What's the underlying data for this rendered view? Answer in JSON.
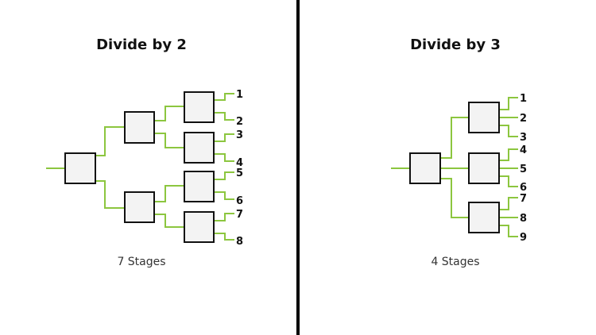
{
  "left_panel": {
    "title": "Divide by 2",
    "caption": "7 Stages",
    "outputs": [
      "1",
      "2",
      "3",
      "4",
      "5",
      "6",
      "7",
      "8"
    ]
  },
  "right_panel": {
    "title": "Divide by 3",
    "caption": "4 Stages",
    "outputs": [
      "1",
      "2",
      "3",
      "4",
      "5",
      "6",
      "7",
      "8",
      "9"
    ]
  },
  "colors": {
    "wire": "#8cc63f",
    "box_stroke": "#111111",
    "box_fill": "#f3f3f3",
    "divider": "#000000"
  }
}
